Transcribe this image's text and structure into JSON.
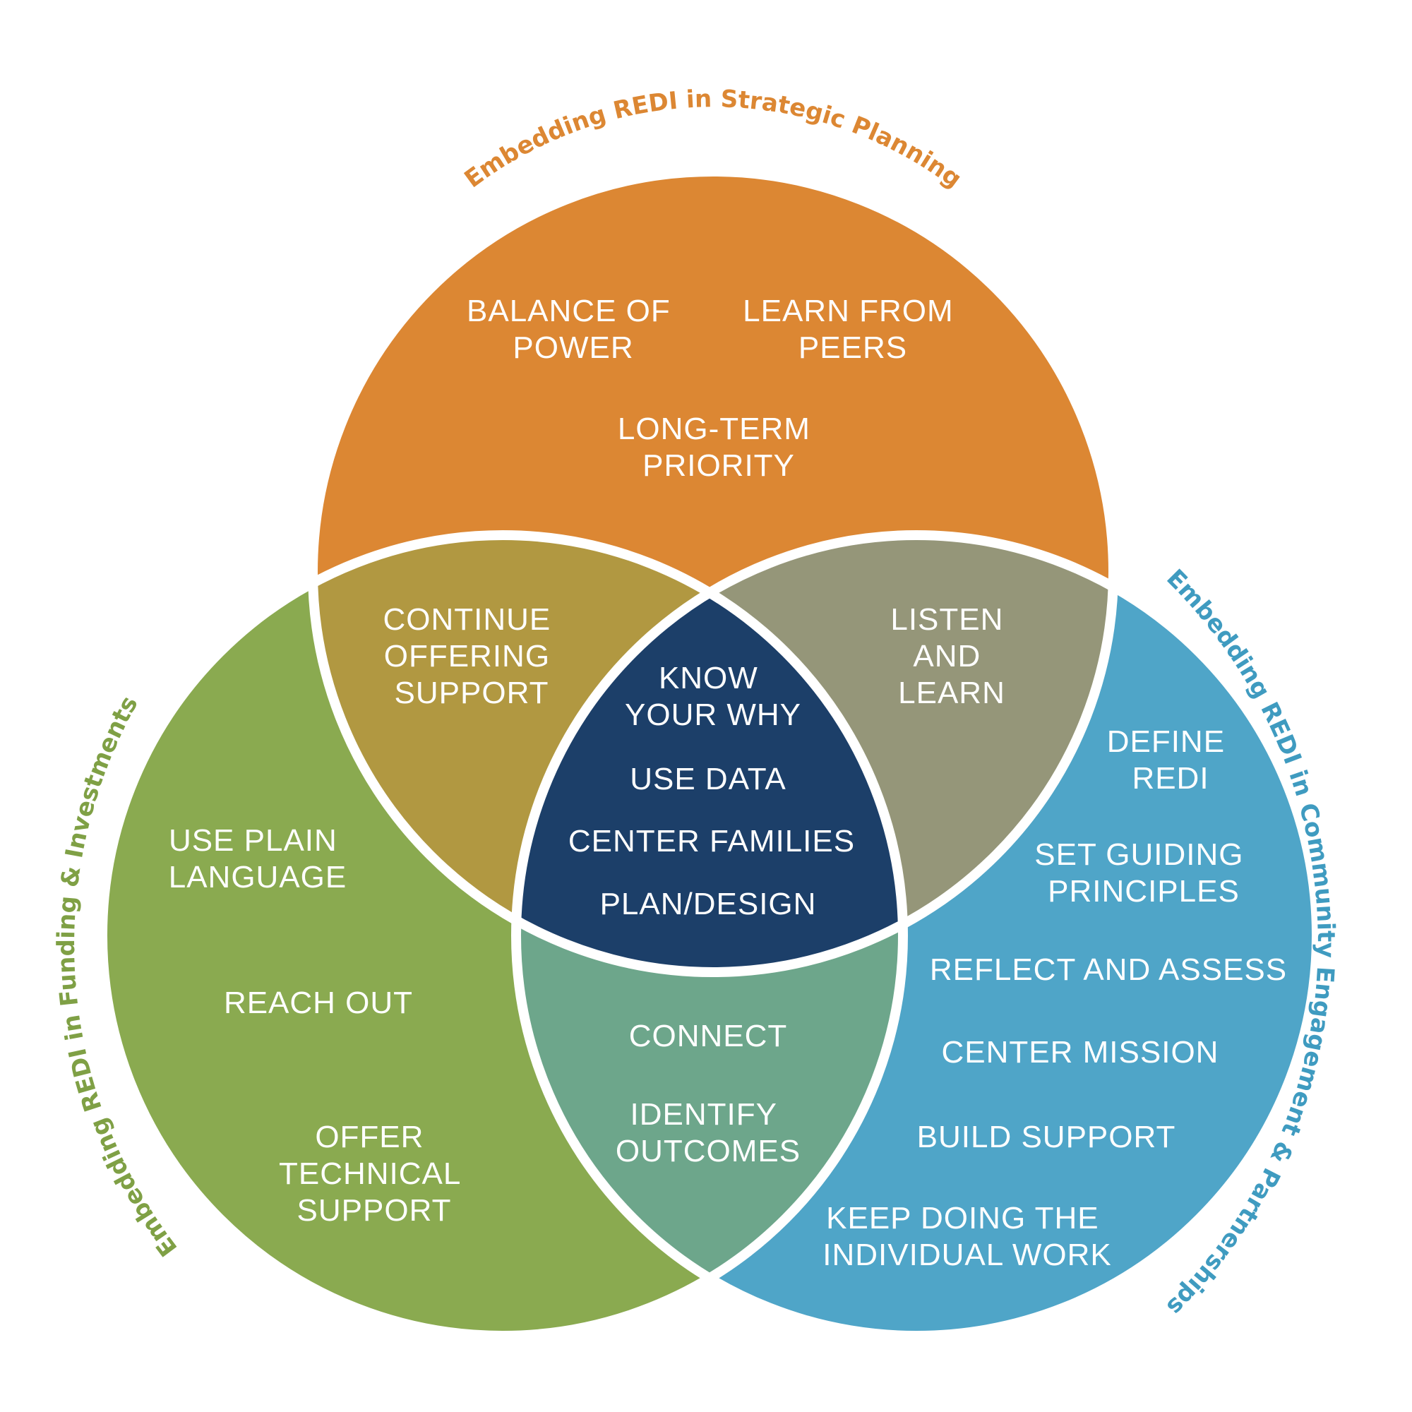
{
  "colors": {
    "orange": "#DC8733",
    "green": "#8AAA50",
    "blue": "#4FA5C8",
    "orange_green": "#B19841",
    "orange_blue": "#959679",
    "green_blue": "#6DA68B",
    "center": "#1C3F69",
    "separator": "#ffffff",
    "label_orange": "#DC8733",
    "label_green": "#7FA045",
    "label_blue": "#3F9BC0"
  },
  "circle_labels": {
    "strategic": "Embedding REDI in Strategic Planning",
    "funding": "Embedding REDI in Funding & Investments",
    "community": "Embedding REDI in Community Engagement & Partnerships"
  },
  "regions": {
    "strategic": [
      [
        "BALANCE OF",
        "POWER"
      ],
      [
        "LEARN FROM",
        "PEERS"
      ],
      [
        "LONG-TERM",
        "PRIORITY"
      ]
    ],
    "strategic_funding": [
      [
        "CONTINUE",
        "OFFERING",
        "SUPPORT"
      ]
    ],
    "strategic_community": [
      [
        "LISTEN",
        "AND",
        "LEARN"
      ]
    ],
    "center": [
      [
        "KNOW",
        "YOUR WHY"
      ],
      [
        "USE DATA"
      ],
      [
        "CENTER FAMILIES"
      ],
      [
        "PLAN/DESIGN"
      ]
    ],
    "funding": [
      [
        "USE PLAIN",
        "LANGUAGE"
      ],
      [
        "REACH OUT"
      ],
      [
        "OFFER",
        "TECHNICAL",
        "SUPPORT"
      ]
    ],
    "funding_community": [
      [
        "CONNECT"
      ],
      [
        "IDENTIFY",
        "OUTCOMES"
      ]
    ],
    "community": [
      [
        "DEFINE",
        "REDI"
      ],
      [
        "SET GUIDING",
        "PRINCIPLES"
      ],
      [
        "REFLECT AND ASSESS"
      ],
      [
        "CENTER MISSION"
      ],
      [
        "BUILD SUPPORT"
      ],
      [
        "KEEP DOING THE",
        "INDIVIDUAL WORK"
      ]
    ]
  }
}
